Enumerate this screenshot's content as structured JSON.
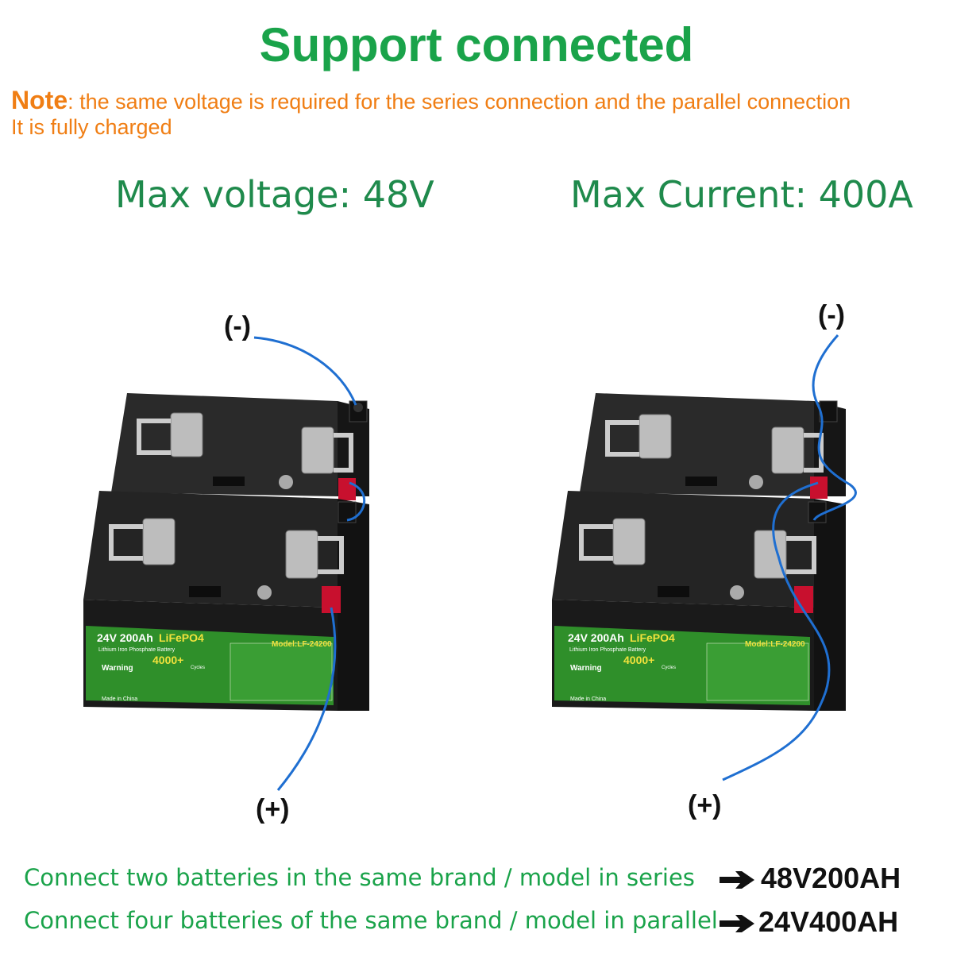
{
  "title": "Support connected",
  "note": {
    "label": "Note",
    "line1": ": the same voltage is required for the series connection and the parallel connection",
    "line2": "It is fully charged"
  },
  "headings": {
    "left": "Max voltage: 48V",
    "right": "Max Current: 400A"
  },
  "polarity": {
    "neg": "(-)",
    "pos": "(+)"
  },
  "battery_label": {
    "rating": "24V 200Ah ",
    "chem": "LiFePO4",
    "model": "Model:LF-24200",
    "subtitle": "Lithium Iron Phosphate Battery",
    "cycles": "4000+",
    "cycles_unit": "Cycles",
    "warning": "Warning",
    "made_in": "Made in China"
  },
  "footer": {
    "series_text": "Connect two batteries in the same brand / model in series",
    "series_result": "48V200AH",
    "parallel_text": "Connect four batteries of the same brand / model in parallel",
    "parallel_result": "24V400AH"
  },
  "colors": {
    "title_green": "#1aa34a",
    "heading_green": "#1f8a4c",
    "note_orange": "#f07e14",
    "cable_blue": "#1f6fd1",
    "battery_body": "#1c1c1c",
    "label_green": "#2f8f2a"
  }
}
